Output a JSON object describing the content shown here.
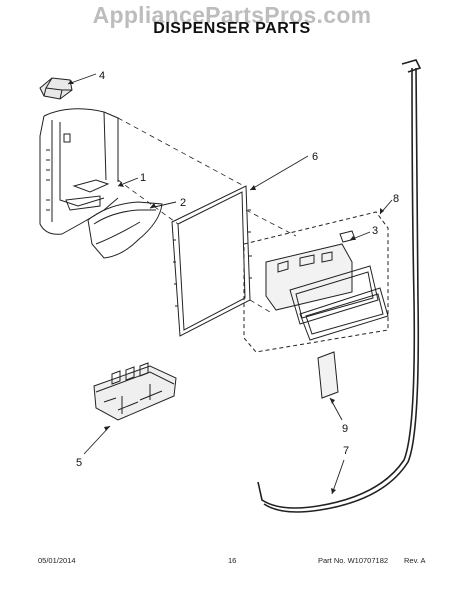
{
  "watermark": "AppliancePartsPros.com",
  "title": "DISPENSER PARTS",
  "callouts": [
    "1",
    "2",
    "3",
    "4",
    "5",
    "6",
    "7",
    "8",
    "9"
  ],
  "footer": {
    "date": "05/01/2014",
    "page": "16",
    "part_number": "Part No.  W10707182",
    "revision": "Rev.  A"
  }
}
